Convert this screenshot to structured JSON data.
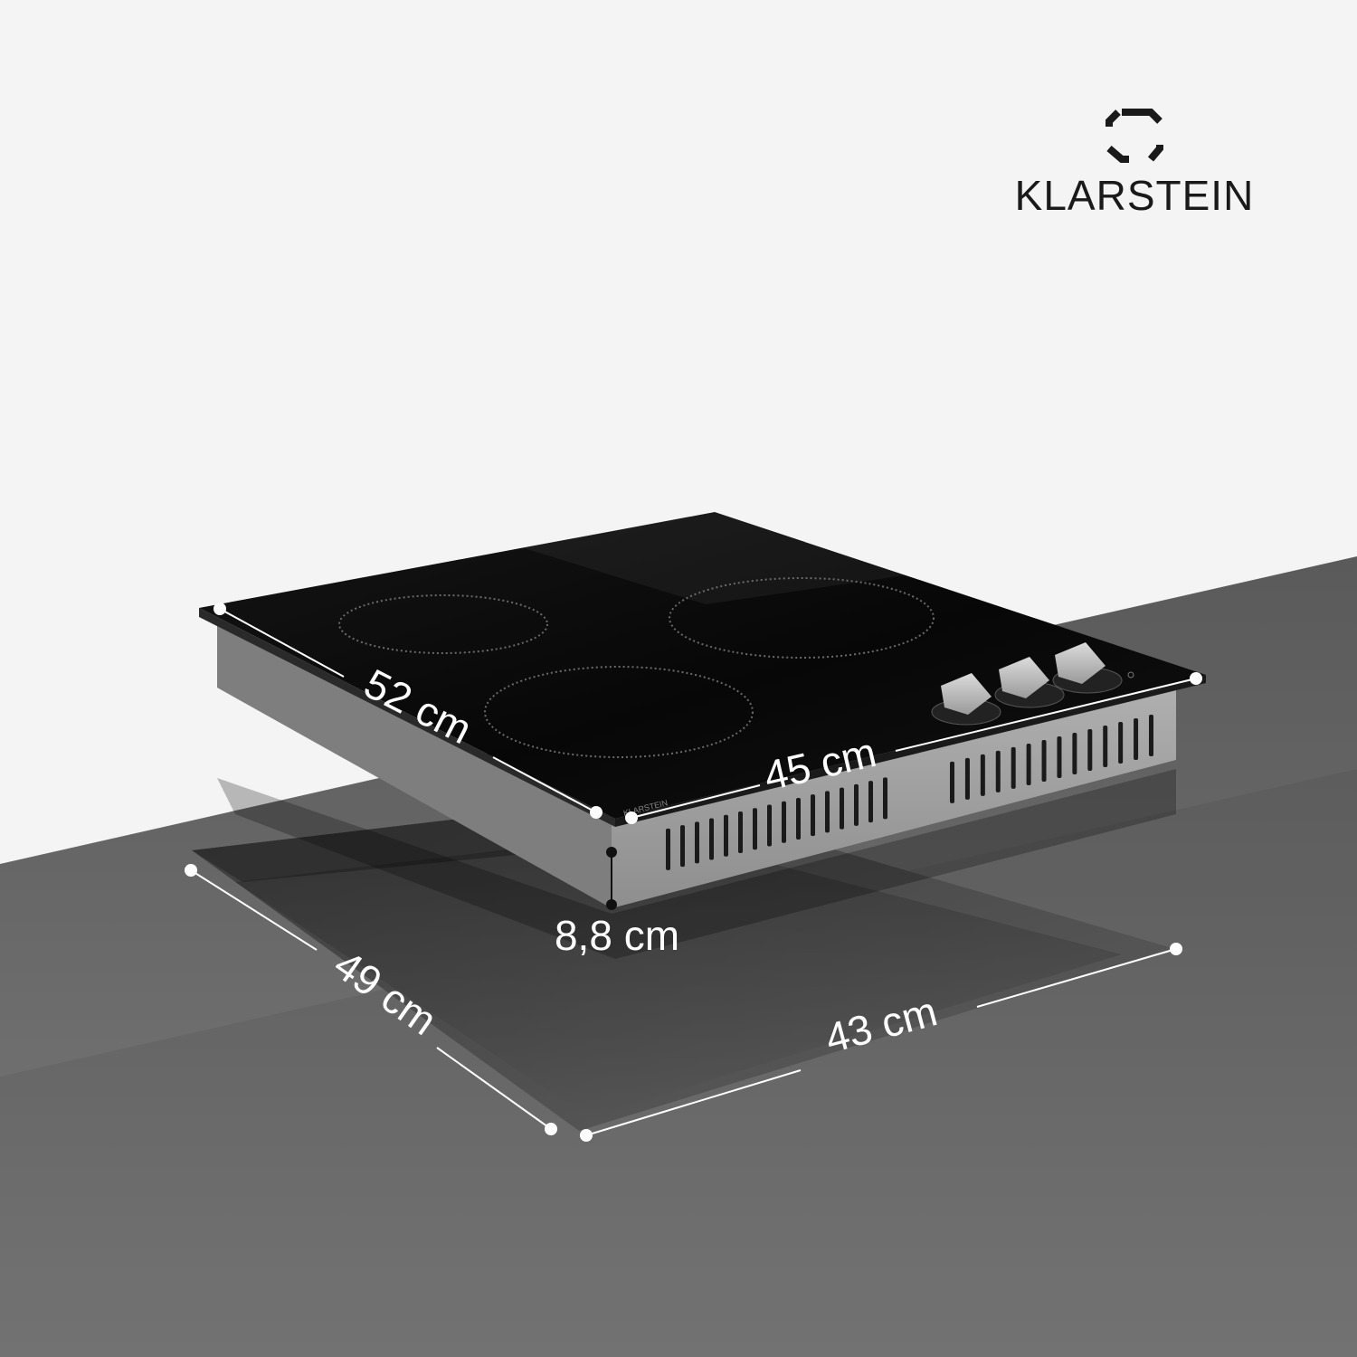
{
  "brand": {
    "name": "KLARSTEIN",
    "logo_icon": "klarstein-diamond-logo"
  },
  "dimensions": {
    "hob_depth": "52 cm",
    "hob_width": "45 cm",
    "hob_height": "8,8 cm",
    "cutout_depth": "49 cm",
    "cutout_width": "43 cm"
  },
  "colors": {
    "background": "#f4f4f4",
    "countertop": "#6e6e6e",
    "glass": "#0c0c0c",
    "housing": "#9a9a9a",
    "knobs": "#c4c4c4",
    "annotation": "#ffffff"
  }
}
